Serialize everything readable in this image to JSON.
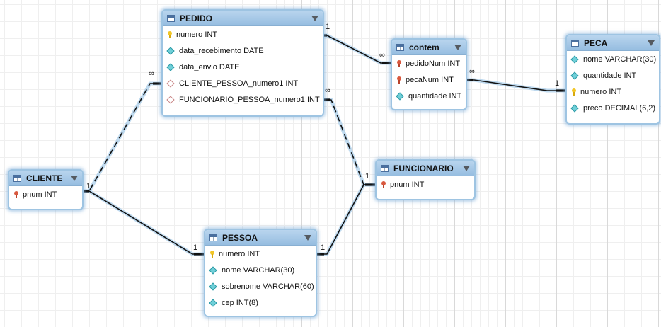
{
  "tables": {
    "pedido": {
      "name": "PEDIDO",
      "columns": [
        {
          "label": "numero INT",
          "icon": "primary-key-icon"
        },
        {
          "label": "data_recebimento DATE",
          "icon": "column-icon"
        },
        {
          "label": "data_envio DATE",
          "icon": "column-icon"
        },
        {
          "label": "CLIENTE_PESSOA_numero1 INT",
          "icon": "foreign-key-column-icon"
        },
        {
          "label": "FUNCIONARIO_PESSOA_numero1 INT",
          "icon": "foreign-key-column-icon"
        }
      ]
    },
    "contem": {
      "name": "contem",
      "columns": [
        {
          "label": "pedidoNum INT",
          "icon": "foreign-key-icon"
        },
        {
          "label": "pecaNum INT",
          "icon": "foreign-key-icon"
        },
        {
          "label": "quantidade INT",
          "icon": "column-icon"
        }
      ]
    },
    "peca": {
      "name": "PECA",
      "columns": [
        {
          "label": "nome VARCHAR(30)",
          "icon": "column-icon"
        },
        {
          "label": "quantidade INT",
          "icon": "column-icon"
        },
        {
          "label": "numero INT",
          "icon": "primary-key-icon"
        },
        {
          "label": "preco DECIMAL(6,2)",
          "icon": "column-icon"
        }
      ]
    },
    "cliente": {
      "name": "CLIENTE",
      "columns": [
        {
          "label": "pnum INT",
          "icon": "foreign-key-icon"
        }
      ]
    },
    "funcionario": {
      "name": "FUNCIONARIO",
      "columns": [
        {
          "label": "pnum INT",
          "icon": "foreign-key-icon"
        }
      ]
    },
    "pessoa": {
      "name": "PESSOA",
      "columns": [
        {
          "label": "numero INT",
          "icon": "primary-key-icon"
        },
        {
          "label": "nome VARCHAR(30)",
          "icon": "column-icon"
        },
        {
          "label": "sobrenome VARCHAR(60)",
          "icon": "column-icon"
        },
        {
          "label": "cep INT(8)",
          "icon": "column-icon"
        }
      ]
    }
  },
  "relationships": [
    {
      "from": "PEDIDO",
      "to": "contem",
      "from_card": "1",
      "to_card": "∞",
      "style": "solid"
    },
    {
      "from": "contem",
      "to": "PECA",
      "from_card": "∞",
      "to_card": "1",
      "style": "solid"
    },
    {
      "from": "CLIENTE",
      "to": "PEDIDO",
      "from_card": "1",
      "to_card": "∞",
      "style": "dashed"
    },
    {
      "from": "FUNCIONARIO",
      "to": "PEDIDO",
      "from_card": "1",
      "to_card": "∞",
      "style": "dashed"
    },
    {
      "from": "CLIENTE",
      "to": "PESSOA",
      "from_card": "1",
      "to_card": "1",
      "style": "solid"
    },
    {
      "from": "FUNCIONARIO",
      "to": "PESSOA",
      "from_card": "1",
      "to_card": "1",
      "style": "solid"
    }
  ],
  "colors": {
    "header": "#a8cbea",
    "selection_glow": "#7fb0dc",
    "primary_key": "#f2c626",
    "foreign_key": "#d9583e",
    "column": "#6fcfd8"
  }
}
